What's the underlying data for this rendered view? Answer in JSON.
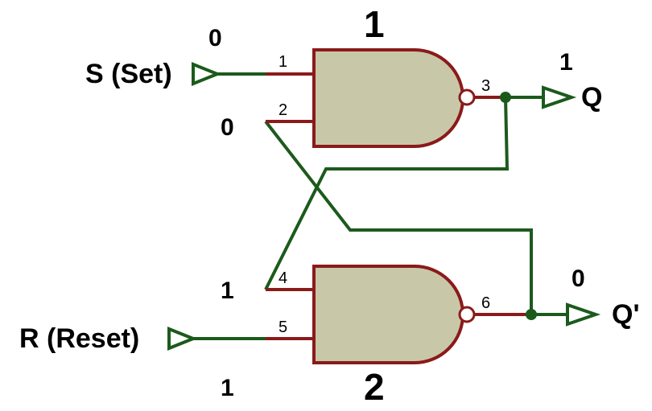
{
  "diagram": {
    "colors": {
      "wire": "#1c5a1c",
      "pin": "#8b1a1a",
      "gate_fill": "#c8c8a9",
      "gate_stroke": "#8b1a1a",
      "text": "#000000"
    },
    "inputs": {
      "set": {
        "label": "S (Set)",
        "value": "0"
      },
      "reset": {
        "label": "R (Reset)",
        "value": "1"
      }
    },
    "outputs": {
      "q": {
        "label": "Q",
        "value": "1"
      },
      "q_bar": {
        "label": "Q'",
        "value": "0"
      }
    },
    "gates": [
      {
        "type": "NAND",
        "number": "1",
        "pins": [
          "1",
          "2",
          "3"
        ]
      },
      {
        "type": "NAND",
        "number": "2",
        "pins": [
          "4",
          "5",
          "6"
        ]
      }
    ],
    "feedback_values": {
      "gate1_pin2": "0",
      "gate2_pin4": "1"
    }
  }
}
